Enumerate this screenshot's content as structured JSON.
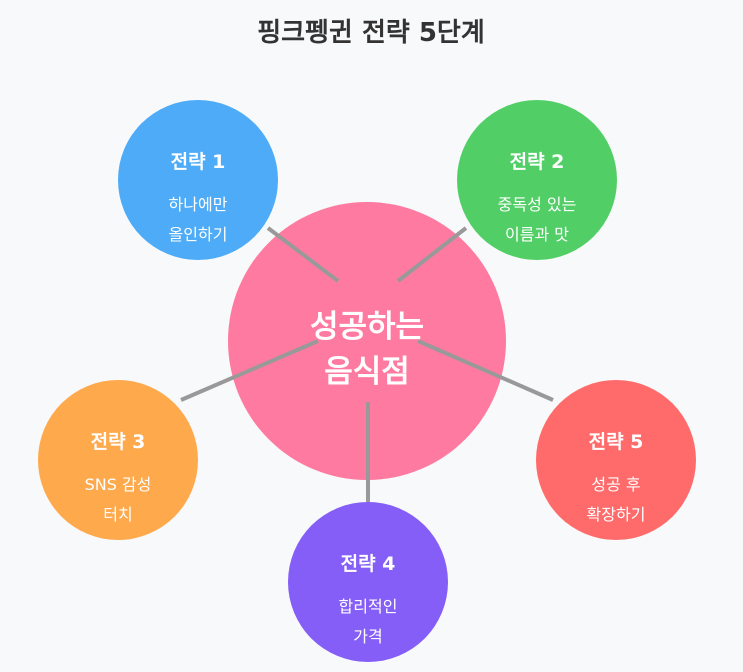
{
  "title": "핑크펭귄 전략 5단계",
  "center": {
    "lines": [
      "성공하는",
      "음식점"
    ],
    "color": "#ff7aa0"
  },
  "line_color": "#999999",
  "strategies": [
    {
      "title": "전략 1",
      "lines": [
        "하나에만",
        "올인하기"
      ],
      "color": "#4dabf7"
    },
    {
      "title": "전략 2",
      "lines": [
        "중독성 있는",
        "이름과 맛"
      ],
      "color": "#51cf66"
    },
    {
      "title": "전략 3",
      "lines": [
        "SNS 감성",
        "터치"
      ],
      "color": "#ffa94d"
    },
    {
      "title": "전략 4",
      "lines": [
        "합리적인",
        "가격"
      ],
      "color": "#845ef7"
    },
    {
      "title": "전략 5",
      "lines": [
        "성공 후",
        "확장하기"
      ],
      "color": "#ff6b6b"
    }
  ]
}
